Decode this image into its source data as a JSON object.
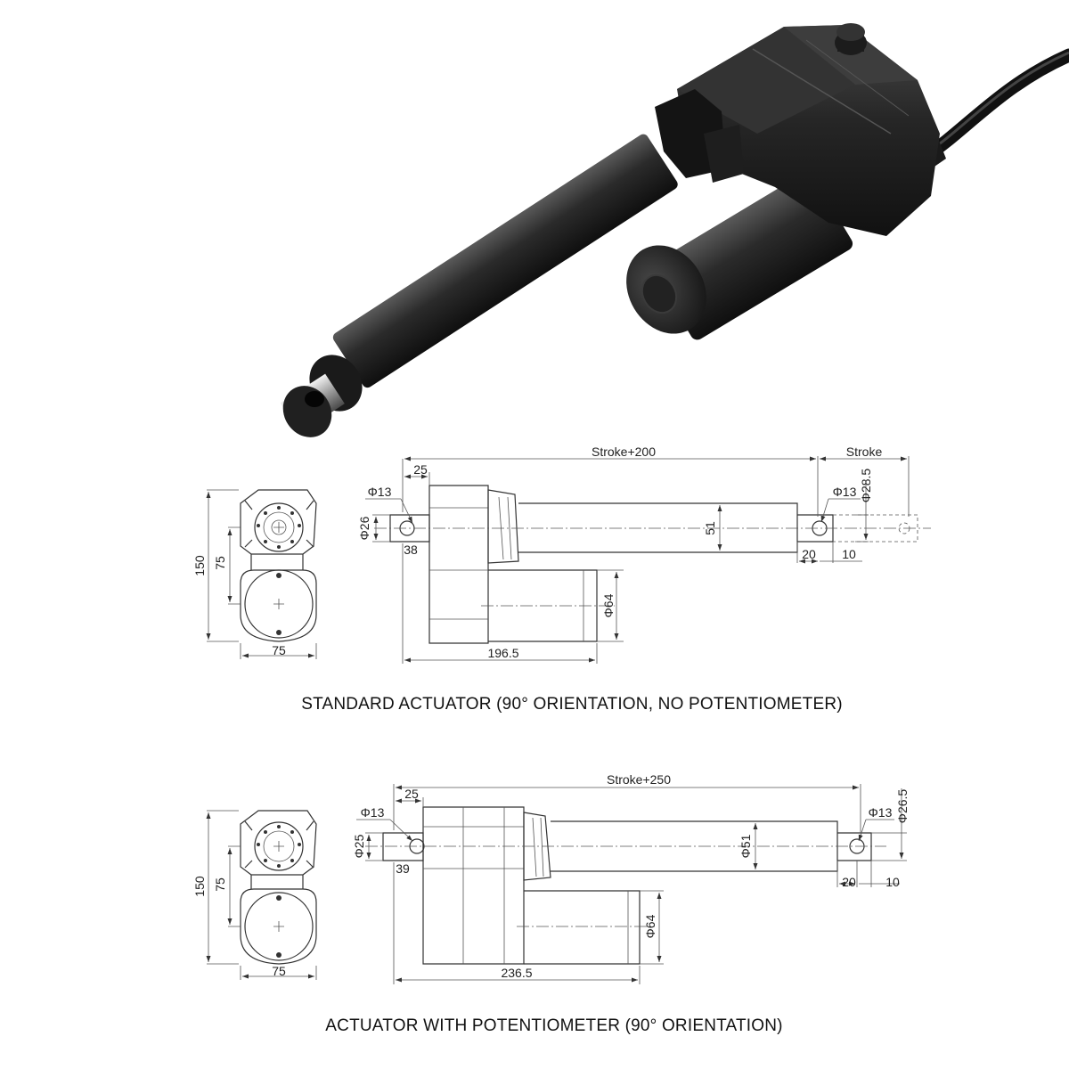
{
  "product_photo": {
    "icon": "linear-actuator-photo"
  },
  "diagram1": {
    "caption": "STANDARD ACTUATOR (90° ORIENTATION, NO POTENTIOMETER)",
    "dims": {
      "stroke_total": "Stroke+200",
      "stroke": "Stroke",
      "d25": "25",
      "phi13_left": "Φ13",
      "phi26": "Φ26",
      "d38": "38",
      "d51": "51",
      "phi13_right": "Φ13",
      "phi28_5": "Φ28.5",
      "d20": "20",
      "d10": "10",
      "phi64": "Φ64",
      "d196_5": "196.5",
      "h150": "150",
      "h75": "75",
      "w75": "75"
    }
  },
  "diagram2": {
    "caption": "ACTUATOR WITH POTENTIOMETER (90° ORIENTATION)",
    "dims": {
      "stroke_total": "Stroke+250",
      "d25": "25",
      "phi13_left": "Φ13",
      "phi25": "Φ25",
      "d39": "39",
      "phi51": "Φ51",
      "phi13_right": "Φ13",
      "phi26_5": "Φ26.5",
      "d20": "20",
      "d10": "10",
      "phi64": "Φ64",
      "d236_5": "236.5",
      "h150": "150",
      "h75": "75",
      "w75": "75"
    }
  }
}
